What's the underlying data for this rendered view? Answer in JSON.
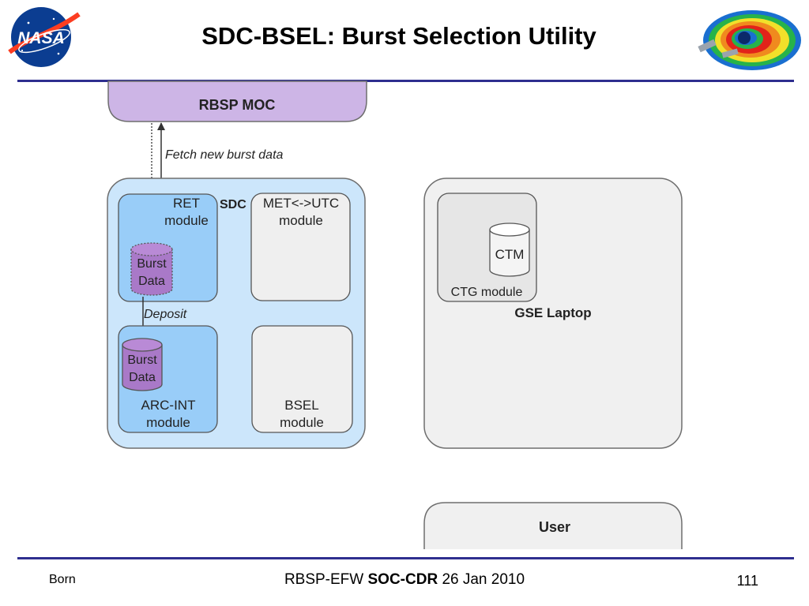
{
  "slide": {
    "title": "SDC-BSEL: Burst Selection Utility"
  },
  "logos": {
    "nasa": "NASA",
    "rbsp_icon": "radiation-belt-icon"
  },
  "diagram": {
    "rbsp_moc": "RBSP MOC",
    "fetch_label": "Fetch new burst data",
    "sdc_label": "SDC",
    "ret_module": [
      "RET",
      "module"
    ],
    "met_utc_module": [
      "MET<->UTC",
      "module"
    ],
    "burst_data_ret": [
      "Burst",
      "Data"
    ],
    "deposit_label": "Deposit",
    "burst_data_arc": [
      "Burst",
      "Data"
    ],
    "arc_int_module": [
      "ARC-INT",
      "module"
    ],
    "bsel_module": [
      "BSEL",
      "module"
    ],
    "ctm": "CTM",
    "ctg_module": "CTG module",
    "gse_laptop": "GSE Laptop",
    "user": "User"
  },
  "footer": {
    "author": "Born",
    "center_prefix": "RBSP-EFW",
    "center_bold": "SOC-CDR",
    "center_suffix": "26 Jan 2010",
    "page_number": "111"
  },
  "colors": {
    "moc_fill": "#cdb5e6",
    "sdc_fill": "#cce6fb",
    "module_blue": "#99cdf8",
    "module_gray": "#efefef",
    "cylinder_purple": "#a979c8",
    "rule_blue": "#2e2e8f"
  }
}
